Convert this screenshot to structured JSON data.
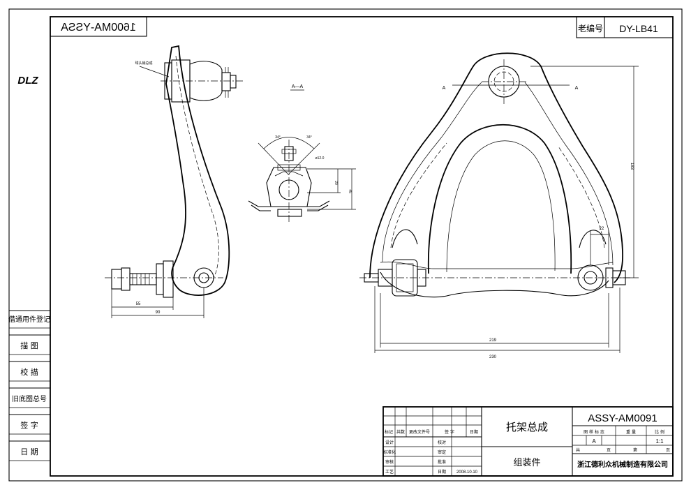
{
  "border": {
    "top_left_code": "1600MA-YSSA",
    "old_number_label": "老编号",
    "old_number_value": "DY-LB41",
    "brand": "DLZ"
  },
  "sidebar": {
    "items": [
      "借通用件登记",
      "描  图",
      "校  描",
      "旧底图总号",
      "签  字",
      "日  期"
    ]
  },
  "views": {
    "section_label": "A—A",
    "section_mark": "A",
    "dimensions": {
      "side_55": "55",
      "side_90": "90",
      "sec_34_left": "34°",
      "sec_34_right": "34°",
      "sec_dia": "ø12.0",
      "sec_20": "20",
      "sec_45": "45",
      "main_183": "183",
      "main_22": "22",
      "main_219": "219",
      "main_230": "230"
    },
    "leader_note": "球头销总成"
  },
  "title_block": {
    "drawing_number": "ASSY-AM0091",
    "part_name": "托架总成",
    "assembly_type": "组装件",
    "company": "浙江德利众机械制造有限公司",
    "headers_row": [
      "标记",
      "共数",
      "更改文件号",
      "签 字",
      "日期"
    ],
    "left_labels": [
      "设计",
      "标准化",
      "审核",
      "工艺"
    ],
    "mid_labels": [
      "校对",
      "审定",
      "批准",
      "日期"
    ],
    "date": "2008.10.10",
    "stage_headers": [
      "图 样 标 志",
      "重 量",
      "比 例"
    ],
    "stage_value": "A",
    "scale_value": "1:1",
    "sheet_total_label": "共",
    "sheet_label": "页",
    "sheet_of_label": "第",
    "sheet_of_suffix": "页"
  }
}
